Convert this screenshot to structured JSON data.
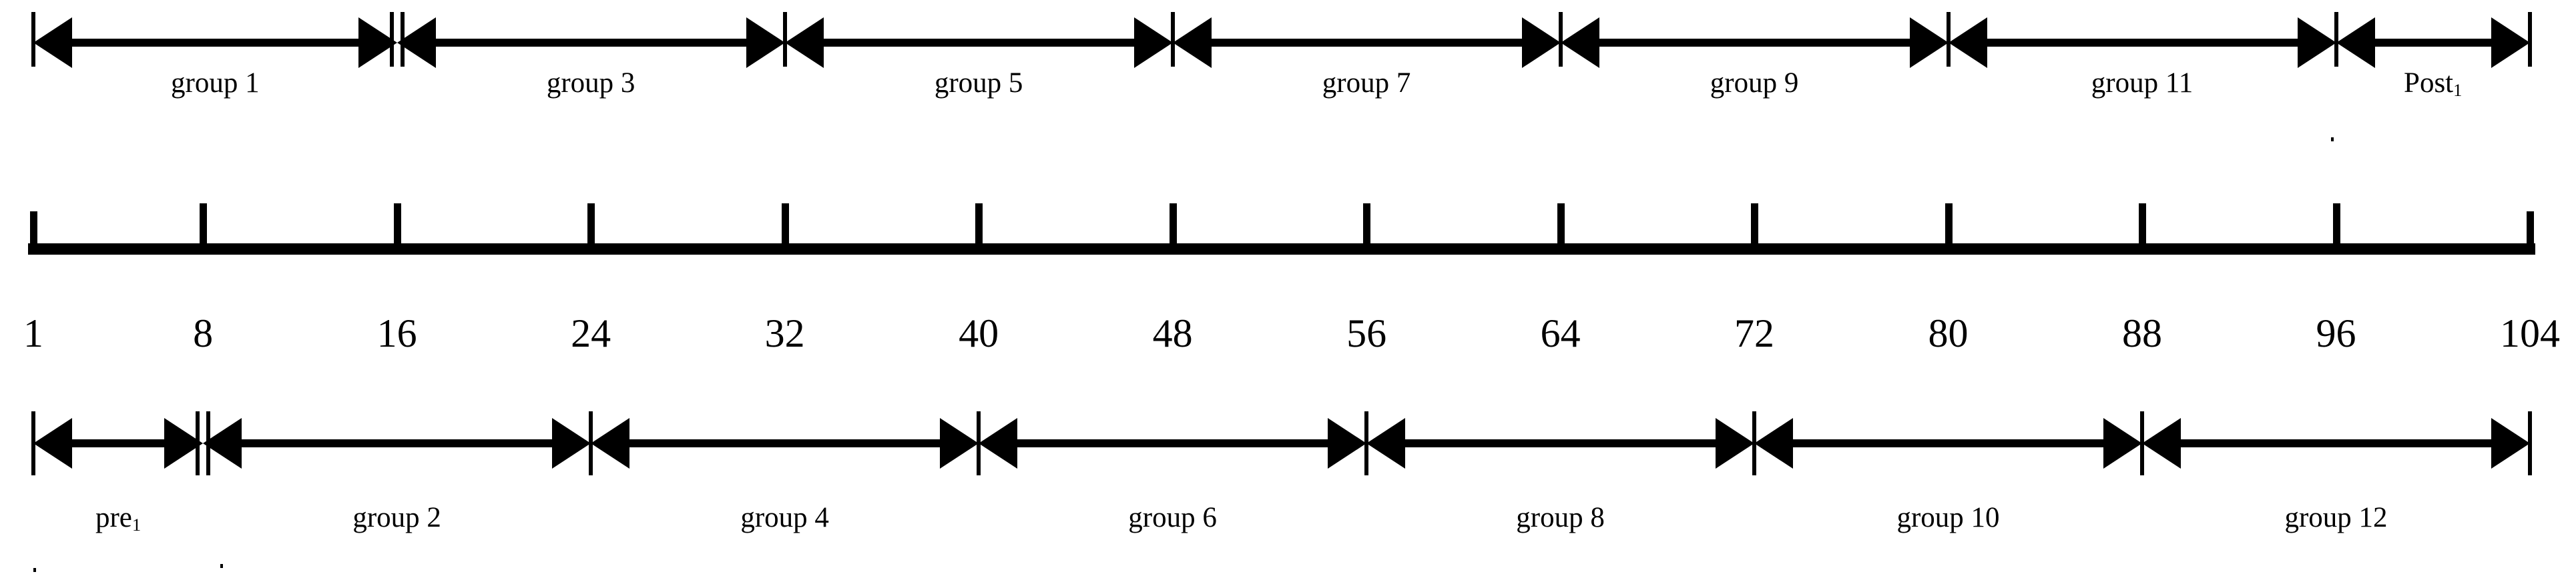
{
  "figure": {
    "type": "timeline-ruler-diagram",
    "description": "Horizontal numeric axis from 1 to 104 with bracketed group spans above and below",
    "ink_color": "#000000",
    "background_color": "#ffffff"
  },
  "axis": {
    "min": 1,
    "max": 104,
    "step": 8,
    "tick_labels": [
      "1",
      "8",
      "16",
      "24",
      "32",
      "40",
      "48",
      "56",
      "64",
      "72",
      "80",
      "88",
      "96",
      "104"
    ],
    "tick_values": [
      1,
      8,
      16,
      24,
      32,
      40,
      48,
      56,
      64,
      72,
      80,
      88,
      96,
      104
    ]
  },
  "top_row": {
    "name": "odd-groups-row",
    "spans": [
      {
        "label": "group 1",
        "sub": "",
        "start": 1,
        "end": 16
      },
      {
        "label": "group 3",
        "sub": "",
        "start": 16,
        "end": 32
      },
      {
        "label": "group 5",
        "sub": "",
        "start": 32,
        "end": 48
      },
      {
        "label": "group 7",
        "sub": "",
        "start": 48,
        "end": 64
      },
      {
        "label": "group 9",
        "sub": "",
        "start": 64,
        "end": 80
      },
      {
        "label": "group 11",
        "sub": "",
        "start": 80,
        "end": 96
      },
      {
        "label": "Post",
        "sub": "1",
        "start": 96,
        "end": 104
      }
    ]
  },
  "bottom_row": {
    "name": "even-groups-row",
    "spans": [
      {
        "label": "pre",
        "sub": "1",
        "start": 1,
        "end": 8
      },
      {
        "label": "group 2",
        "sub": "",
        "start": 8,
        "end": 24
      },
      {
        "label": "group 4",
        "sub": "",
        "start": 24,
        "end": 40
      },
      {
        "label": "group 6",
        "sub": "",
        "start": 40,
        "end": 56
      },
      {
        "label": "group 8",
        "sub": "",
        "start": 56,
        "end": 72
      },
      {
        "label": "group 10",
        "sub": "",
        "start": 72,
        "end": 88
      },
      {
        "label": "group 12",
        "sub": "",
        "start": 88,
        "end": 104
      }
    ]
  },
  "chart_data": {
    "type": "table",
    "title": "",
    "xlabel": "",
    "ylabel": "",
    "xlim": [
      1,
      104
    ],
    "grid": false,
    "categories": [
      "1",
      "8",
      "16",
      "24",
      "32",
      "40",
      "48",
      "56",
      "64",
      "72",
      "80",
      "88",
      "96",
      "104"
    ],
    "values": [
      1,
      8,
      16,
      24,
      32,
      40,
      48,
      56,
      64,
      72,
      80,
      88,
      96,
      104
    ],
    "annotations": [
      {
        "text": "group 1",
        "row": "top",
        "from": 1,
        "to": 16
      },
      {
        "text": "group 3",
        "row": "top",
        "from": 16,
        "to": 32
      },
      {
        "text": "group 5",
        "row": "top",
        "from": 32,
        "to": 48
      },
      {
        "text": "group 7",
        "row": "top",
        "from": 48,
        "to": 64
      },
      {
        "text": "group 9",
        "row": "top",
        "from": 64,
        "to": 80
      },
      {
        "text": "group 11",
        "row": "top",
        "from": 80,
        "to": 96
      },
      {
        "text": "Post1",
        "row": "top",
        "from": 96,
        "to": 104
      },
      {
        "text": "pre1",
        "row": "bottom",
        "from": 1,
        "to": 8
      },
      {
        "text": "group 2",
        "row": "bottom",
        "from": 8,
        "to": 24
      },
      {
        "text": "group 4",
        "row": "bottom",
        "from": 24,
        "to": 40
      },
      {
        "text": "group 6",
        "row": "bottom",
        "from": 40,
        "to": 56
      },
      {
        "text": "group 8",
        "row": "bottom",
        "from": 56,
        "to": 72
      },
      {
        "text": "group 10",
        "row": "bottom",
        "from": 72,
        "to": 88
      },
      {
        "text": "group 12",
        "row": "bottom",
        "from": 88,
        "to": 104
      }
    ]
  }
}
